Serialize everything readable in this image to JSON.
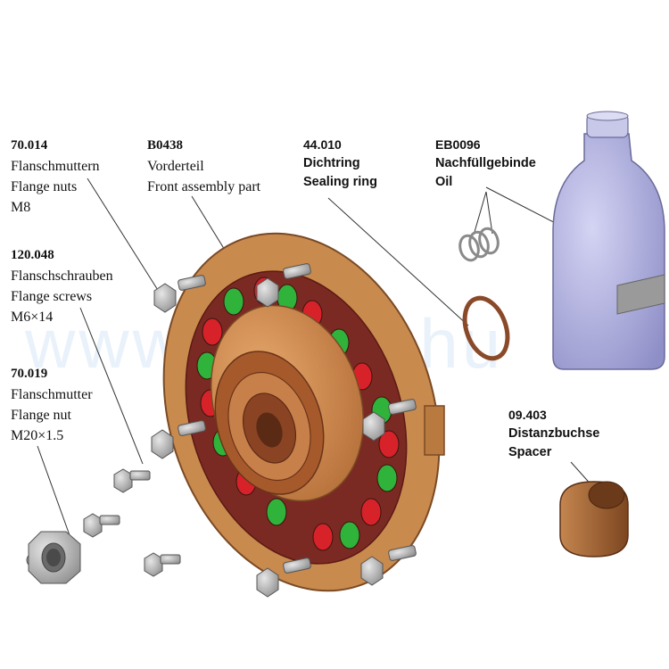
{
  "parts": {
    "flange_nuts": {
      "code": "70.014",
      "lines": [
        "Flanschmuttern",
        "Flange nuts",
        "M8"
      ]
    },
    "front_part": {
      "code": "B0438",
      "lines": [
        "Vorderteil",
        "Front assembly part"
      ]
    },
    "flange_screws": {
      "code": "120.048",
      "lines": [
        "Flanschschrauben",
        "Flange screws",
        "M6×14"
      ]
    },
    "flange_nut": {
      "code": "70.019",
      "lines": [
        "Flanschmutter",
        "Flange nut",
        "M20×1.5"
      ]
    },
    "sealing_ring": {
      "code": "44.010",
      "lines": [
        "Dichtring",
        "Sealing ring"
      ]
    },
    "oil": {
      "code": "EB0096",
      "lines": [
        "Nachfüllgebinde",
        "Oil"
      ]
    },
    "spacer": {
      "code": "09.403",
      "lines": [
        "Distanzbuchse",
        "Spacer"
      ]
    }
  },
  "watermark": "www.rielkft.hu",
  "colors": {
    "flange": "#c98a4e",
    "flange_dark": "#8a4a22",
    "ring_band": "#7a2a22",
    "magnet_red": "#d8222a",
    "magnet_green": "#2fb33a",
    "bottle": "#b8b8e6",
    "spacer": "#a9683a",
    "bolt": "#a0a0a0"
  },
  "icons": [
    "nut-icon",
    "screw-icon",
    "bottle-icon",
    "spacer-icon",
    "ring-icon"
  ]
}
